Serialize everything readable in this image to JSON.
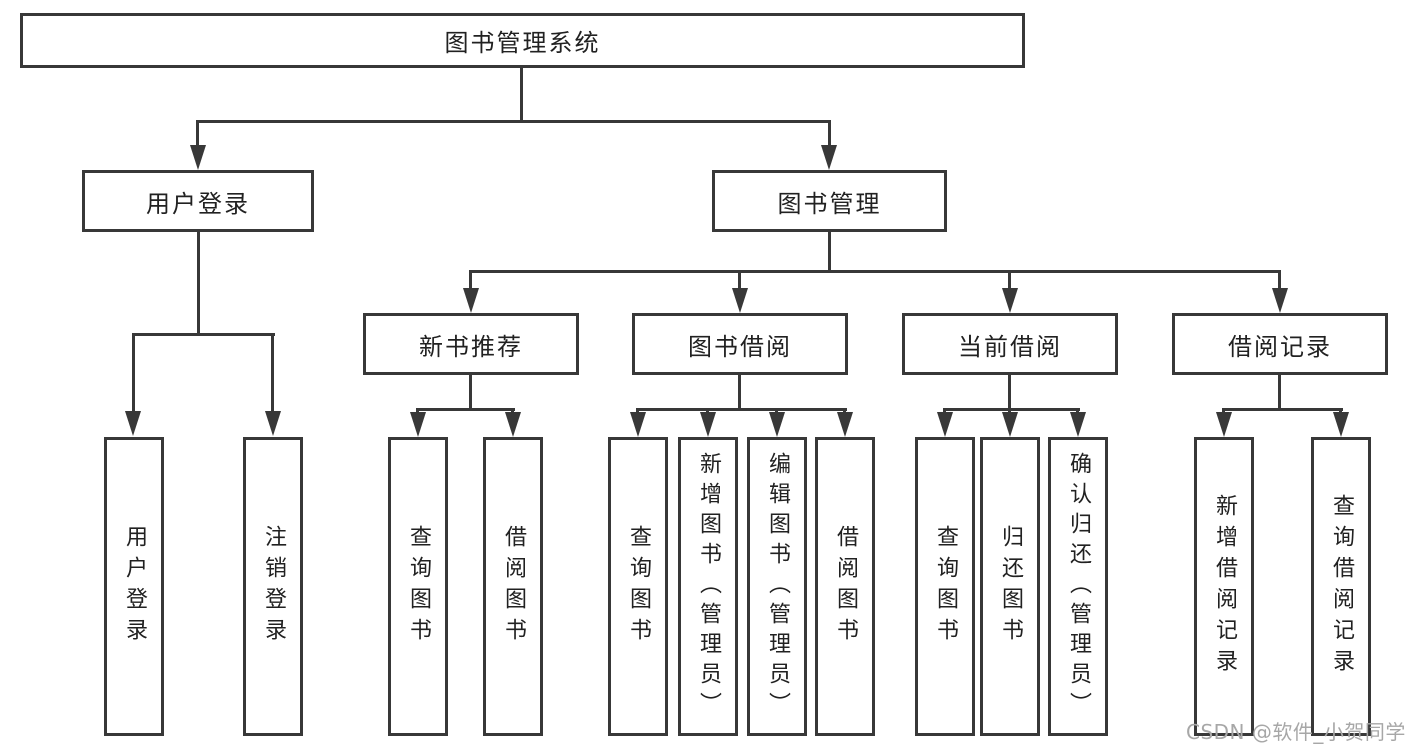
{
  "colors": {
    "line": "#383838",
    "text": "#212121",
    "watermark": "#a7a7a7",
    "bg": "#ffffff"
  },
  "tree": {
    "label": "图书管理系统",
    "children": [
      {
        "label": "用户登录",
        "children": [
          {
            "label": "用户登录"
          },
          {
            "label": "注销登录"
          }
        ]
      },
      {
        "label": "图书管理",
        "children": [
          {
            "label": "新书推荐",
            "children": [
              {
                "label": "查询图书"
              },
              {
                "label": "借阅图书"
              }
            ]
          },
          {
            "label": "图书借阅",
            "children": [
              {
                "label": "查询图书"
              },
              {
                "label": "新增图书（管理员）"
              },
              {
                "label": "编辑图书（管理员）"
              },
              {
                "label": "借阅图书"
              }
            ]
          },
          {
            "label": "当前借阅",
            "children": [
              {
                "label": "查询图书"
              },
              {
                "label": "归还图书"
              },
              {
                "label": "确认归还（管理员）"
              }
            ]
          },
          {
            "label": "借阅记录",
            "children": [
              {
                "label": "新增借阅记录"
              },
              {
                "label": "查询借阅记录"
              }
            ]
          }
        ]
      }
    ]
  },
  "watermark": {
    "text": "CSDN @软件_小贺同学"
  }
}
